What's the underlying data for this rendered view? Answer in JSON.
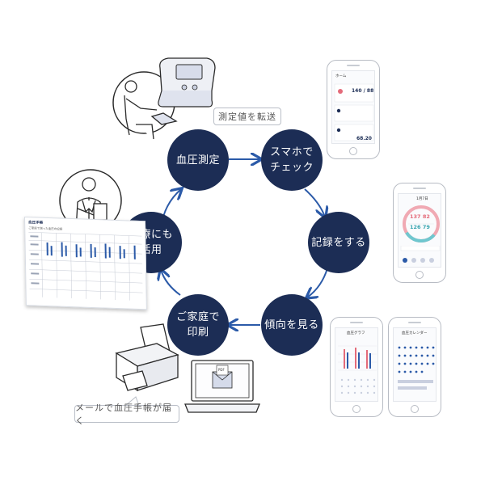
{
  "cycle": {
    "nodes": [
      {
        "label": "血圧測定"
      },
      {
        "label": "スマホで\nチェック"
      },
      {
        "label": "記録をする"
      },
      {
        "label": "傾向を見る"
      },
      {
        "label": "ご家庭で\n印刷"
      },
      {
        "label": "診療にも\n活用"
      }
    ],
    "color": "#1c2d55",
    "arrow_color": "#2b5aa8"
  },
  "callouts": {
    "transfer": "測定値を転送",
    "email": "メールで血圧手帳が届く"
  },
  "phone_home": {
    "title": "ホーム",
    "bp_reading": "140 / 88",
    "bottom_value": "68.20"
  },
  "phone_record": {
    "title": "1月7日",
    "gauge_morning": "137 82",
    "gauge_evening": "126 79"
  },
  "phone_trend_1": {
    "title": "血圧グラフ"
  },
  "phone_trend_2": {
    "title": "血圧カレンダー"
  },
  "laptop": {
    "file_label": "PDF"
  },
  "document": {
    "header": "血圧手帳",
    "subheader": "ご家庭で測った血圧の記録"
  }
}
